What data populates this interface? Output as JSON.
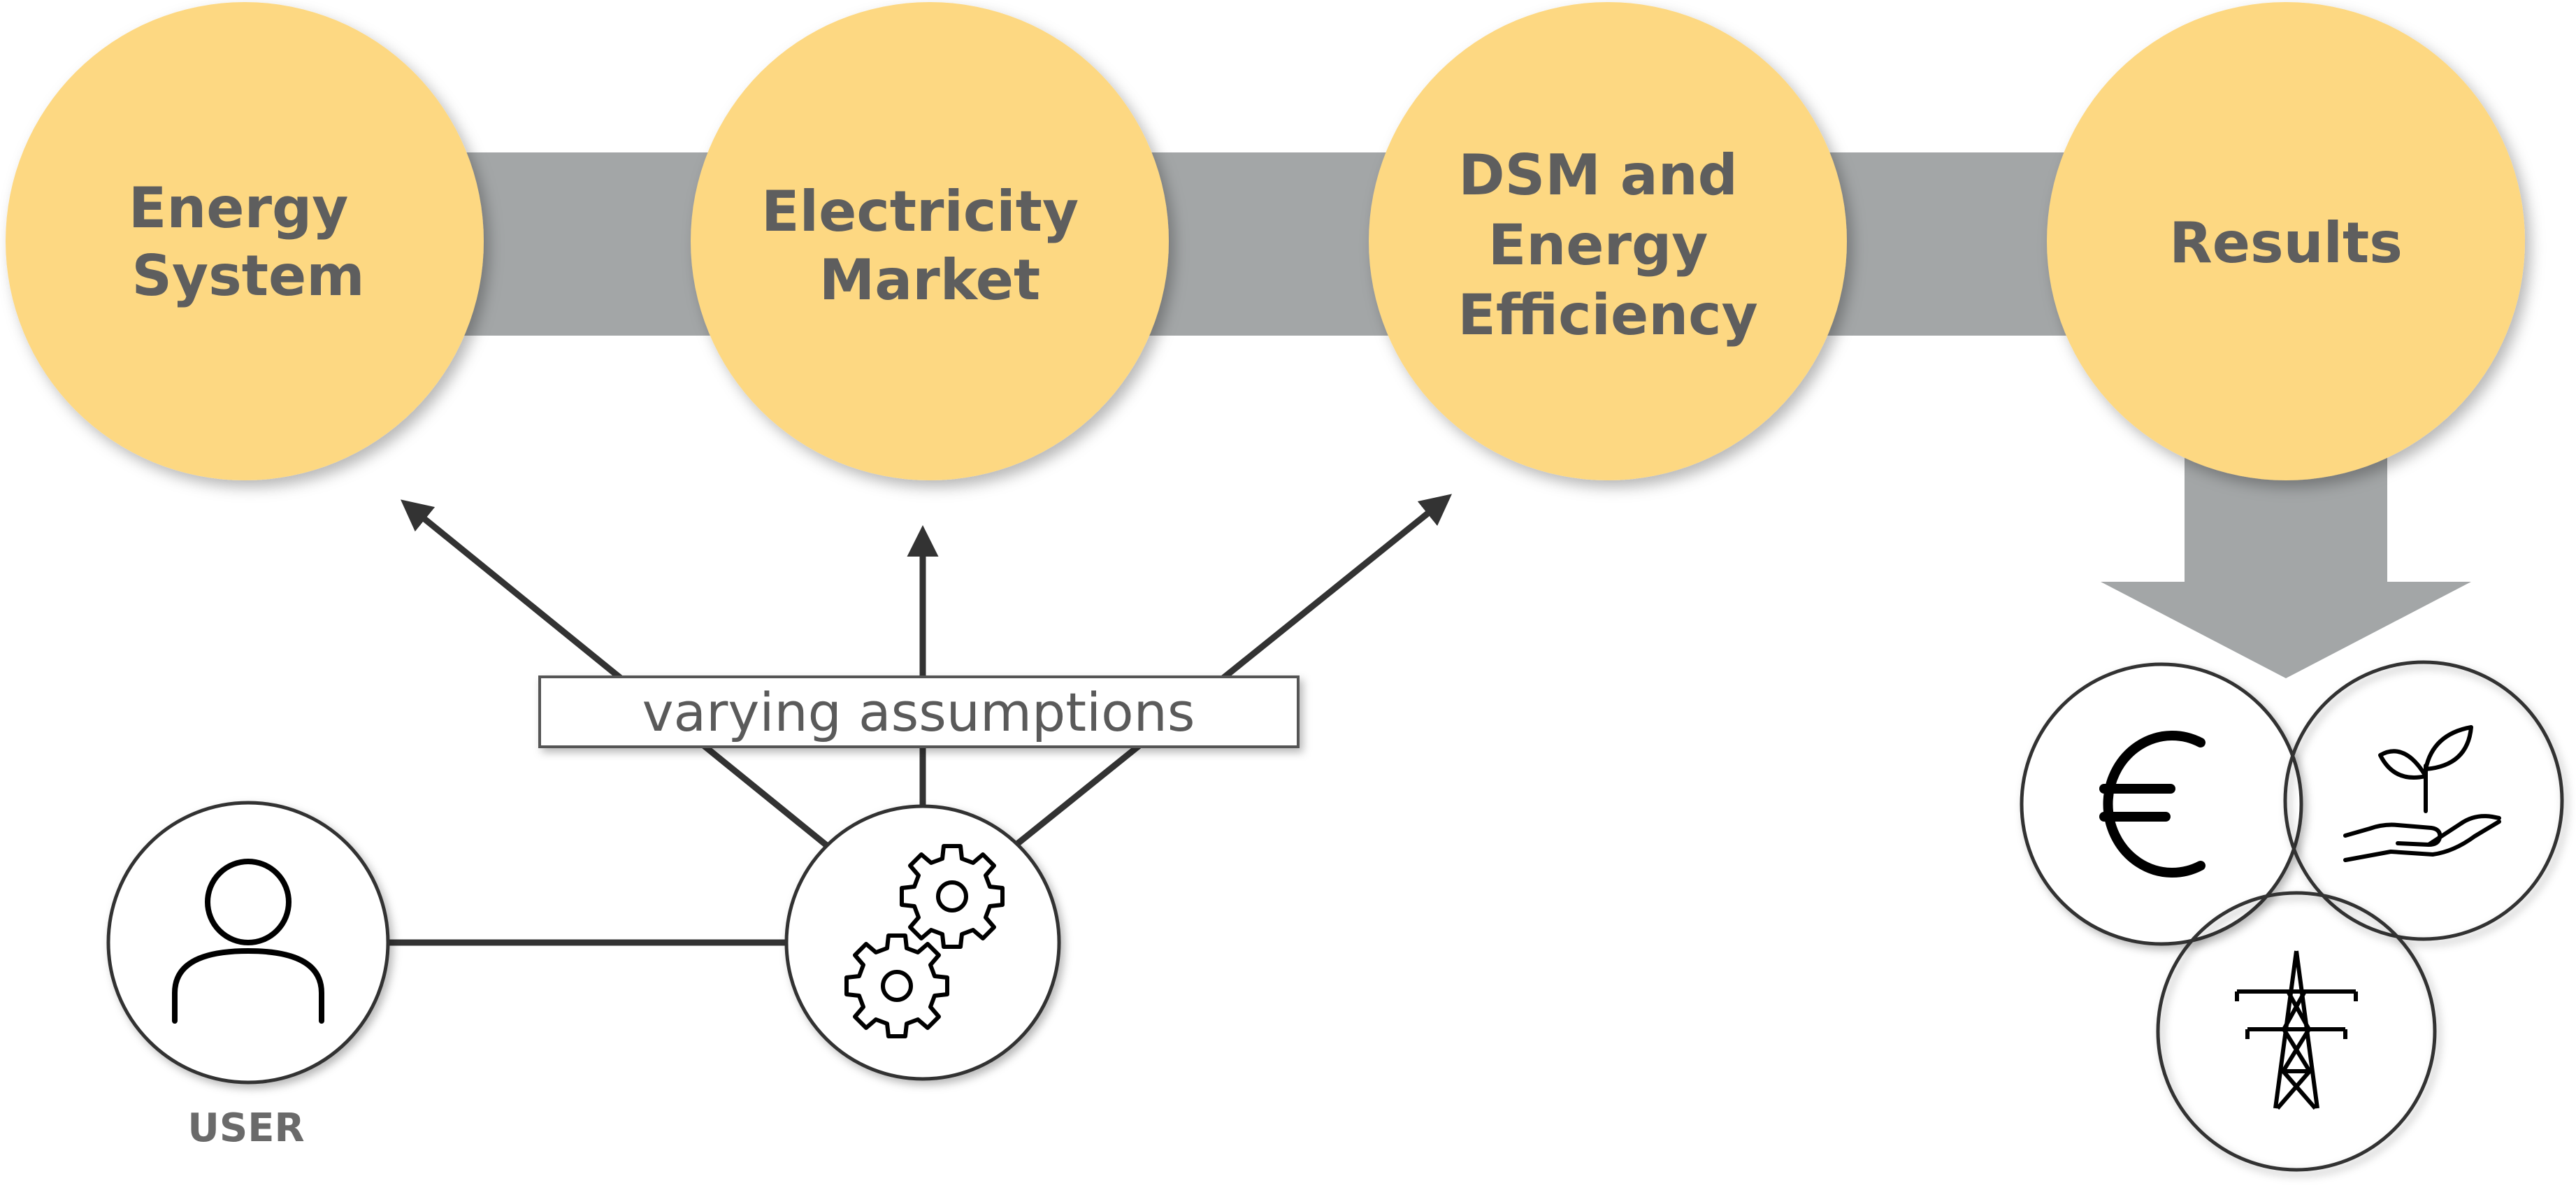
{
  "stages": [
    {
      "lines": [
        "Energy",
        "System"
      ]
    },
    {
      "lines": [
        "Electricity",
        "Market"
      ]
    },
    {
      "lines": [
        "DSM and",
        "Energy",
        "Efficiency"
      ]
    },
    {
      "lines": [
        "Results"
      ]
    }
  ],
  "assumptions_label": "varying assumptions",
  "user_label": "USER",
  "icons": {
    "user": "user-icon",
    "settings": "gears-icon",
    "cost": "euro-icon",
    "environment": "plant-in-hand-icon",
    "grid": "power-pylon-icon"
  },
  "colors": {
    "stage_fill": "#fdd882",
    "connector": "#a3a6a7",
    "line": "#333333",
    "text": "#5e5e5e"
  }
}
